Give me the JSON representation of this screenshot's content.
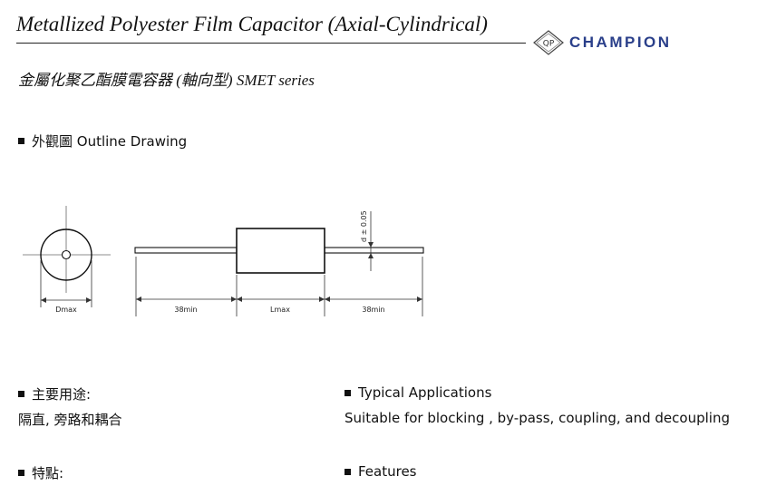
{
  "header": {
    "title": "Metallized Polyester Film Capacitor (Axial-Cylindrical)",
    "subtitle": "金屬化聚乙酯膜電容器 (軸向型) SMET series",
    "logo": {
      "mark": "QP",
      "brand": "CHAMPION",
      "color": "#2a3f8a"
    }
  },
  "outline": {
    "heading": "外觀圖 Outline Drawing",
    "labels": {
      "dmax": "Dmax",
      "lead_left": "38min",
      "lmax": "Lmax",
      "lead_right": "38min",
      "lead_dia": "d ± 0.05"
    }
  },
  "applications_zh": {
    "heading": "主要用途:",
    "text": "隔直, 旁路和耦合"
  },
  "applications_en": {
    "heading": "Typical Applications",
    "text": "Suitable for blocking , by-pass, coupling, and decoupling"
  },
  "features_zh": {
    "heading": "特點:"
  },
  "features_en": {
    "heading": "Features"
  }
}
